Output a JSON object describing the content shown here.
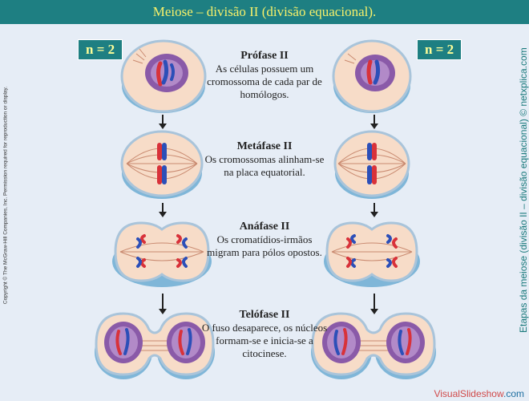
{
  "header": {
    "title": "Meiose – divisão II (divisão equacional)."
  },
  "badges": {
    "left": "n = 2",
    "right": "n = 2"
  },
  "stages": [
    {
      "name": "Prófase II",
      "description": "As células possuem um cromossoma de cada par de homólogos."
    },
    {
      "name": "Metáfase II",
      "description": "Os cromossomas alinham-se na placa equatorial."
    },
    {
      "name": "Anáfase II",
      "description": "Os cromatídios-irmãos migram para pólos opostos."
    },
    {
      "name": "Telófase II",
      "description": "O fuso desaparece, os núcleos formam-se e inicia-se a citocinese."
    }
  ],
  "side_caption": "Etapas da meiose (divisão II – divisão equacional) © netxplica.com",
  "copyright": "Copyright © The McGraw-Hill Companies, Inc. Permission required for reproduction or display.",
  "watermark": {
    "brand": "VisualSlideshow",
    "domain": ".com"
  },
  "colors": {
    "title_bar": "#1e7f82",
    "title_text": "#f6f06a",
    "chromosome_red": "#d8323a",
    "chromosome_blue": "#2c4fb8",
    "nucleus": "#8a5aa8"
  }
}
